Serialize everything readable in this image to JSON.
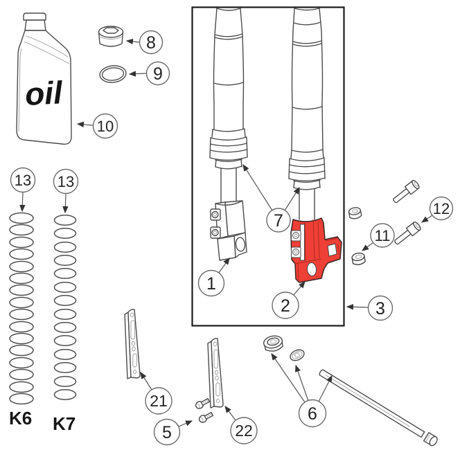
{
  "diagram": {
    "background_color": "#ffffff",
    "line_color": "#4a4a4a",
    "callout_line_color": "#555555",
    "highlight_color": "#ee4036",
    "oil_bottle_label": "oil",
    "spring_label_left": "K6",
    "spring_label_right": "K7",
    "callouts": {
      "c1": "1",
      "c2": "2",
      "c3": "3",
      "c5": "5",
      "c6": "6",
      "c7": "7",
      "c8": "8",
      "c9": "9",
      "c10": "10",
      "c11": "11",
      "c12": "12",
      "c13_left": "13",
      "c13_right": "13",
      "c21": "21",
      "c22": "22"
    }
  }
}
